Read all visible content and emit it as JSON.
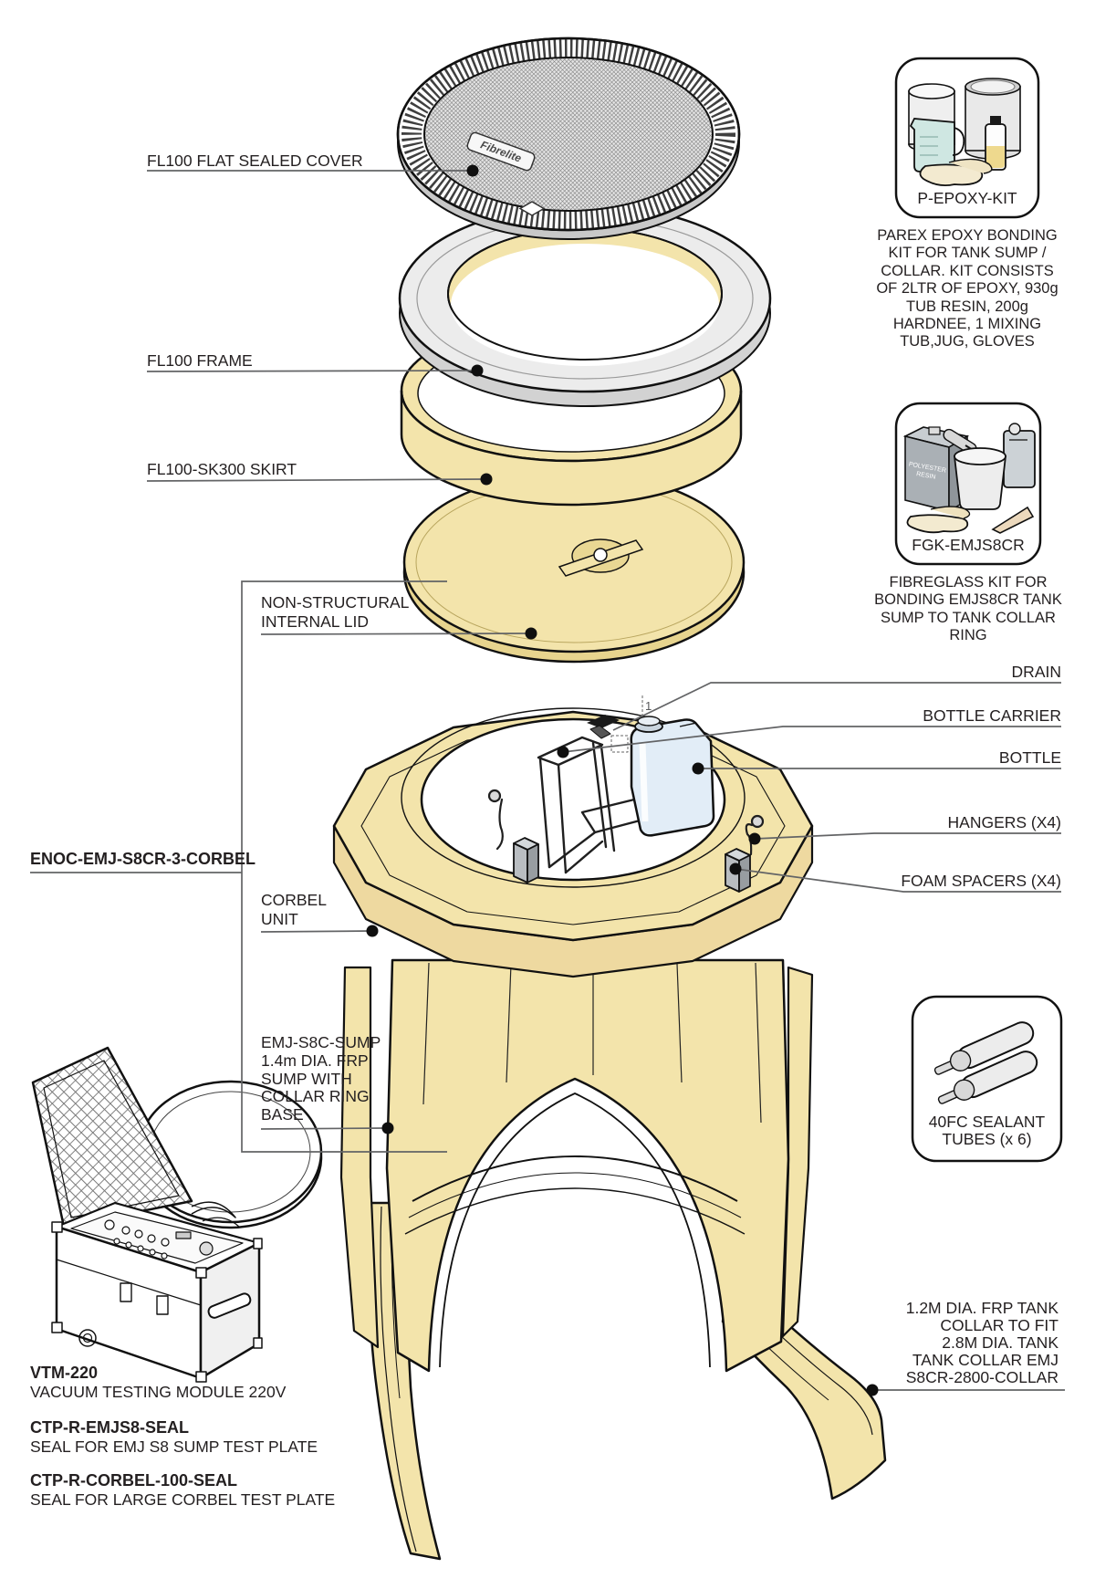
{
  "labels": {
    "cover": "FL100 FLAT SEALED COVER",
    "frame": "FL100 FRAME",
    "skirt": "FL100-SK300 SKIRT",
    "internal_lid": "NON-STRUCTURAL\nINTERNAL LID",
    "assembly_code": "ENOC-EMJ-S8CR-3-CORBEL",
    "corbel_unit": "CORBEL\nUNIT",
    "sump": "EMJ-S8C-SUMP\n1.4m DIA. FRP\nSUMP WITH\nCOLLAR RING\nBASE",
    "drain": "DRAIN",
    "bottle_carrier": "BOTTLE CARRIER",
    "bottle": "BOTTLE",
    "hangers": "HANGERS (X4)",
    "foam_spacers": "FOAM SPACERS (X4)",
    "tank_collar": "1.2M DIA. FRP TANK\nCOLLAR TO FIT\n2.8M DIA. TANK\nTANK COLLAR EMJ\nS8CR-2800-COLLAR",
    "vtm_code": "VTM-220",
    "vtm_desc": "VACUUM TESTING MODULE 220V",
    "ctp1_code": "CTP-R-EMJS8-SEAL",
    "ctp1_desc": "SEAL FOR EMJ S8 SUMP TEST PLATE",
    "ctp2_code": "CTP-R-CORBEL-100-SEAL",
    "ctp2_desc": "SEAL FOR LARGE CORBEL TEST PLATE"
  },
  "kits": {
    "epoxy": {
      "code": "P-EPOXY-KIT",
      "desc": "PAREX EPOXY BONDING\nKIT FOR TANK SUMP /\nCOLLAR. KIT CONSISTS\nOF 2LTR OF EPOXY, 930g\nTUB RESIN, 200g\nHARDNEE, 1 MIXING\nTUB,JUG, GLOVES"
    },
    "fibreglass": {
      "code": "FGK-EMJS8CR",
      "desc": "FIBREGLASS KIT FOR\nBONDING EMJS8CR TANK\nSUMP TO TANK COLLAR\nRING"
    },
    "sealant": {
      "caption": "40FC SEALANT\nTUBES (x 6)"
    }
  },
  "artwork": {
    "cover_logo": "Fibrelite",
    "drain_number": "1",
    "resin_line1": "POLYESTER",
    "resin_line2": "RESIN"
  },
  "colors": {
    "tan": "#f3e4ab",
    "tan_dark": "#e7d48e",
    "line": "#111111",
    "leader": "#636466",
    "bottle_blue": "#e2edf7",
    "frame_gray": "#ececec",
    "spacer_gray": "#b9bdc1",
    "text": "#231f20"
  }
}
